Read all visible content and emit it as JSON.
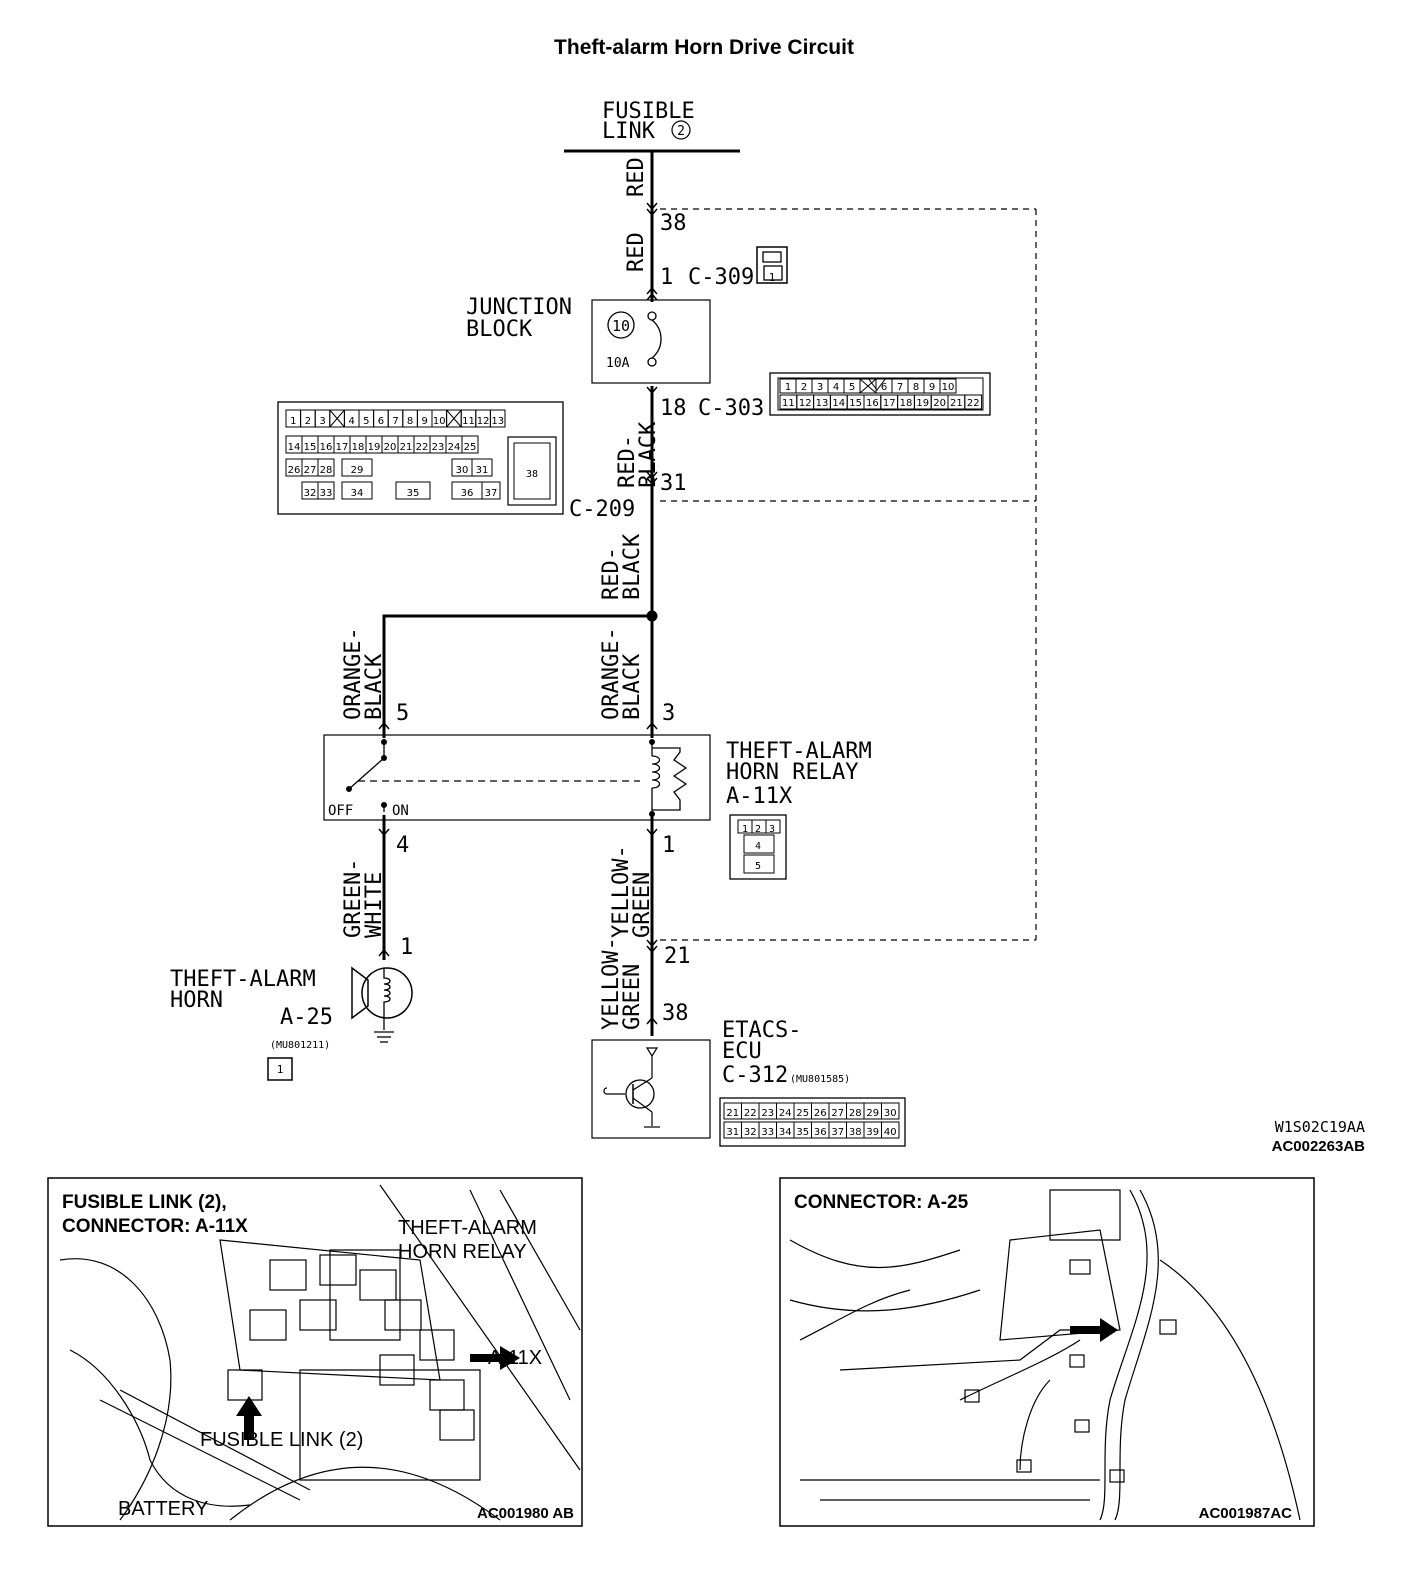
{
  "title": "Theft-alarm Horn Drive Circuit",
  "diagram_code_1": "W1S02C19AA",
  "diagram_code_2": "AC002263AB",
  "fusible_link": {
    "line1": "FUSIBLE",
    "line2": "LINK",
    "num": "2"
  },
  "wires": {
    "red_1": "RED",
    "red_2": "RED",
    "red_black_1a": "RED-",
    "red_black_1b": "BLACK",
    "red_black_2a": "RED-",
    "red_black_2b": "BLACK",
    "orange_black_la": "ORANGE-",
    "orange_black_lb": "BLACK",
    "orange_black_ra": "ORANGE-",
    "orange_black_rb": "BLACK",
    "green_white_a": "GREEN-",
    "green_white_b": "WHITE",
    "yellow_green_1a": "YELLOW-",
    "yellow_green_1b": "GREEN",
    "yellow_green_2a": "YELLOW-",
    "yellow_green_2b": "GREEN"
  },
  "pins": {
    "p38_top": "38",
    "p1_c309": "1",
    "p18": "18",
    "p31": "31",
    "p5": "5",
    "p3": "3",
    "p4": "4",
    "p1_relay": "1",
    "p1_horn": "1",
    "p21": "21",
    "p38_ecu": "38"
  },
  "connectors": {
    "c309": "C-309",
    "c309_pin": "1",
    "c303": "C-303",
    "c209": "C-209",
    "a11x": "A-11X",
    "a25": "A-25",
    "a25_part": "(MU801211)",
    "a25_pin": "1",
    "c312": "C-312",
    "c312_part": "(MU801585)"
  },
  "junction_block": {
    "line1": "JUNCTION",
    "line2": "BLOCK",
    "fuse_no": "10",
    "fuse_rating": "10A"
  },
  "relay": {
    "line1": "THEFT-ALARM",
    "line2": "HORN RELAY",
    "off": "OFF",
    "on": "ON"
  },
  "horn": {
    "line1": "THEFT-ALARM",
    "line2": "HORN"
  },
  "ecu": {
    "line1": "ETACS-",
    "line2": "ECU"
  },
  "c303_grid": {
    "row1": [
      "1",
      "2",
      "3",
      "4",
      "5",
      "",
      "6",
      "7",
      "8",
      "9",
      "10"
    ],
    "row2": [
      "11",
      "12",
      "13",
      "14",
      "15",
      "16",
      "17",
      "18",
      "19",
      "20",
      "21",
      "22"
    ]
  },
  "c209_grid": {
    "row1": [
      "1",
      "2",
      "3",
      "",
      "4",
      "5",
      "6",
      "7",
      "8",
      "9",
      "10",
      "",
      "11",
      "12",
      "13"
    ],
    "row2": [
      "14",
      "15",
      "16",
      "17",
      "18",
      "19",
      "20",
      "21",
      "22",
      "23",
      "24",
      "25"
    ],
    "row3": [
      "26",
      "27",
      "28",
      "29",
      "30",
      "31"
    ],
    "row4": [
      "32",
      "33",
      "34",
      "35",
      "36",
      "37"
    ],
    "big": "38"
  },
  "a11x_grid": {
    "row1": [
      "1",
      "2",
      "3"
    ],
    "row2": "4",
    "row3": "5"
  },
  "c312_grid": {
    "row1": [
      "21",
      "22",
      "23",
      "24",
      "25",
      "26",
      "27",
      "28",
      "29",
      "30"
    ],
    "row2": [
      "31",
      "32",
      "33",
      "34",
      "35",
      "36",
      "37",
      "38",
      "39",
      "40"
    ]
  },
  "photo_left": {
    "heading1": "FUSIBLE LINK (2),",
    "heading2": "CONNECTOR: A-11X",
    "callout1a": "THEFT-ALARM",
    "callout1b": "HORN RELAY",
    "callout_a11x": "A-11X",
    "callout_fusible": "FUSIBLE LINK (2)",
    "callout_battery": "BATTERY",
    "code": "AC001980 AB"
  },
  "photo_right": {
    "heading": "CONNECTOR: A-25",
    "code": "AC001987AC"
  }
}
